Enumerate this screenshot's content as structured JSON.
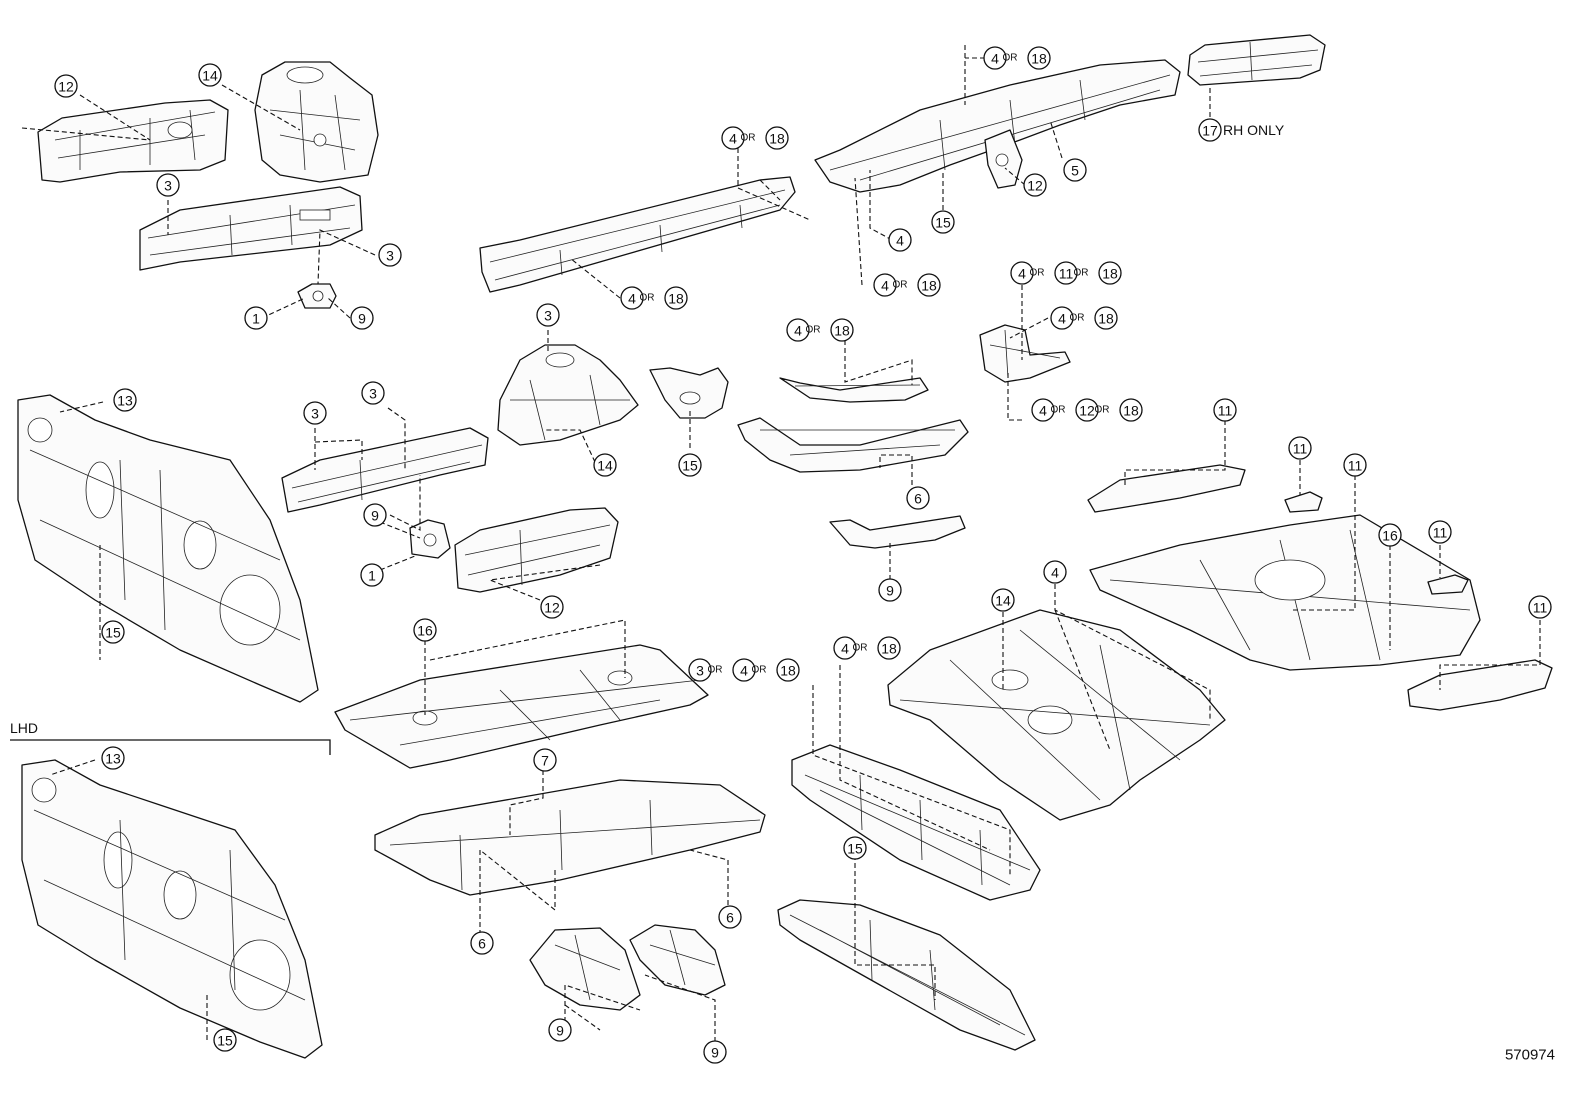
{
  "diagram": {
    "figure_number": "570974",
    "group_label": "LHD",
    "or_word": "OR",
    "rh_only_label": "RH ONLY",
    "callouts": [
      {
        "id": "c12a",
        "parts": [
          "12"
        ]
      },
      {
        "id": "c14a",
        "parts": [
          "14"
        ]
      },
      {
        "id": "c3a",
        "parts": [
          "3"
        ]
      },
      {
        "id": "c3b",
        "parts": [
          "3"
        ]
      },
      {
        "id": "c1a",
        "parts": [
          "1"
        ]
      },
      {
        "id": "c9a",
        "parts": [
          "9"
        ]
      },
      {
        "id": "c4-18-top",
        "parts": [
          "4",
          "18"
        ]
      },
      {
        "id": "c17",
        "parts": [
          "17"
        ],
        "suffix": "RH ONLY"
      },
      {
        "id": "c4-18-rail",
        "parts": [
          "4",
          "18"
        ]
      },
      {
        "id": "c12b",
        "parts": [
          "12"
        ]
      },
      {
        "id": "c5",
        "parts": [
          "5"
        ]
      },
      {
        "id": "c15a",
        "parts": [
          "15"
        ]
      },
      {
        "id": "c4a",
        "parts": [
          "4"
        ]
      },
      {
        "id": "c4-18-low",
        "parts": [
          "4",
          "18"
        ]
      },
      {
        "id": "c4-18-sill",
        "parts": [
          "4",
          "18"
        ]
      },
      {
        "id": "c3c",
        "parts": [
          "3"
        ]
      },
      {
        "id": "c4-18-side",
        "parts": [
          "4",
          "18"
        ]
      },
      {
        "id": "c4-11-18",
        "parts": [
          "4",
          "11",
          "18"
        ]
      },
      {
        "id": "c4-18-mid",
        "parts": [
          "4",
          "18"
        ]
      },
      {
        "id": "c4-12-18",
        "parts": [
          "4",
          "12",
          "18"
        ]
      },
      {
        "id": "c13a",
        "parts": [
          "13"
        ]
      },
      {
        "id": "c3d",
        "parts": [
          "3"
        ]
      },
      {
        "id": "c3e",
        "parts": [
          "3"
        ]
      },
      {
        "id": "c14b",
        "parts": [
          "14"
        ]
      },
      {
        "id": "c15b",
        "parts": [
          "15"
        ]
      },
      {
        "id": "c6a",
        "parts": [
          "6"
        ]
      },
      {
        "id": "c9b",
        "parts": [
          "9"
        ]
      },
      {
        "id": "c1b",
        "parts": [
          "1"
        ]
      },
      {
        "id": "c12c",
        "parts": [
          "12"
        ]
      },
      {
        "id": "c9c",
        "parts": [
          "9"
        ]
      },
      {
        "id": "c11a",
        "parts": [
          "11"
        ]
      },
      {
        "id": "c11b",
        "parts": [
          "11"
        ]
      },
      {
        "id": "c11c",
        "parts": [
          "11"
        ]
      },
      {
        "id": "c16a",
        "parts": [
          "16"
        ]
      },
      {
        "id": "c11d",
        "parts": [
          "11"
        ]
      },
      {
        "id": "c11e",
        "parts": [
          "11"
        ]
      },
      {
        "id": "c14c",
        "parts": [
          "14"
        ]
      },
      {
        "id": "c4b",
        "parts": [
          "4"
        ]
      },
      {
        "id": "c15c",
        "parts": [
          "15"
        ]
      },
      {
        "id": "c16b",
        "parts": [
          "16"
        ]
      },
      {
        "id": "c3-4-18",
        "parts": [
          "3",
          "4",
          "18"
        ]
      },
      {
        "id": "c4-18-cross",
        "parts": [
          "4",
          "18"
        ]
      },
      {
        "id": "c7",
        "parts": [
          "7"
        ]
      },
      {
        "id": "c6b",
        "parts": [
          "6"
        ]
      },
      {
        "id": "c6c",
        "parts": [
          "6"
        ]
      },
      {
        "id": "c15d",
        "parts": [
          "15"
        ]
      },
      {
        "id": "c13b",
        "parts": [
          "13"
        ]
      },
      {
        "id": "c15e",
        "parts": [
          "15"
        ]
      },
      {
        "id": "c9d",
        "parts": [
          "9"
        ]
      },
      {
        "id": "c9e",
        "parts": [
          "9"
        ]
      }
    ]
  }
}
